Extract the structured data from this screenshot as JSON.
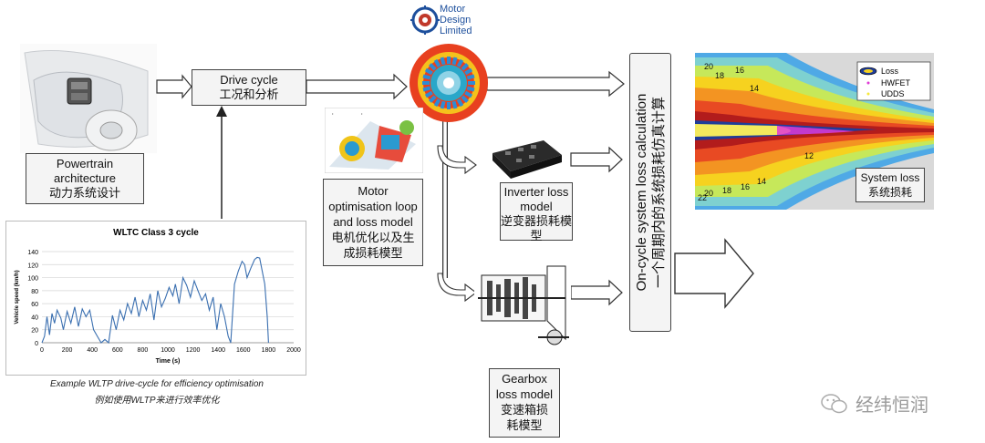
{
  "logo": {
    "line1": "Motor",
    "line2": "Design",
    "line3": "Limited"
  },
  "powertrain": {
    "en1": "Powertrain",
    "en2": "architecture",
    "zh": "动力系统设计"
  },
  "drive_cycle": {
    "en": "Drive cycle",
    "zh": "工况和分析"
  },
  "motor": {
    "en1": "Motor",
    "en2": "optimisation loop",
    "en3": "and loss model",
    "zh1": "电机优化以及生",
    "zh2": "成损耗模型"
  },
  "inverter": {
    "en1": "Inverter loss",
    "en2": "model",
    "zh1": "逆变器损耗模",
    "zh2": "型"
  },
  "gearbox": {
    "en1": "Gearbox",
    "en2": "loss model",
    "zh1": "变速箱损",
    "zh2": "耗模型"
  },
  "on_cycle": {
    "en": "On-cycle system loss calculation",
    "zh": "一个周期内的系统损耗仿真计算"
  },
  "system_loss": {
    "en": "System loss",
    "zh": "系统损耗",
    "legend": [
      "Loss",
      "HWFET",
      "UDDS"
    ],
    "contour_labels": [
      "20",
      "18",
      "16",
      "14",
      "22",
      "20",
      "18",
      "16",
      "14",
      "12"
    ]
  },
  "wltc_caption": {
    "en": "Example WLTP drive-cycle for efficiency optimisation",
    "zh": "例如使用WLTP来进行效率优化"
  },
  "watermark": {
    "text": "经纬恒润"
  },
  "chart_data": {
    "type": "line",
    "title": "WLTC Class 3 cycle",
    "xlabel": "Time (s)",
    "ylabel": "Vehicle speed (km/h)",
    "xlim": [
      0,
      2000
    ],
    "ylim": [
      0,
      140
    ],
    "xticks": [
      0,
      200,
      400,
      600,
      800,
      1000,
      1200,
      1400,
      1600,
      1800,
      2000
    ],
    "yticks": [
      0,
      20,
      40,
      60,
      80,
      100,
      120,
      140
    ],
    "grid": true,
    "x": [
      0,
      20,
      40,
      60,
      80,
      100,
      120,
      150,
      170,
      200,
      230,
      260,
      290,
      320,
      350,
      380,
      410,
      440,
      470,
      500,
      530,
      560,
      590,
      620,
      650,
      680,
      710,
      740,
      770,
      800,
      830,
      860,
      890,
      920,
      950,
      980,
      1010,
      1040,
      1060,
      1090,
      1120,
      1150,
      1180,
      1210,
      1240,
      1270,
      1300,
      1330,
      1360,
      1390,
      1420,
      1450,
      1480,
      1500,
      1530,
      1560,
      1590,
      1610,
      1630,
      1660,
      1690,
      1710,
      1730,
      1750,
      1770,
      1790,
      1800
    ],
    "y": [
      0,
      10,
      40,
      12,
      45,
      30,
      50,
      38,
      20,
      48,
      30,
      55,
      25,
      52,
      40,
      50,
      20,
      10,
      0,
      5,
      0,
      42,
      20,
      50,
      35,
      60,
      45,
      70,
      40,
      65,
      50,
      75,
      35,
      80,
      55,
      68,
      85,
      72,
      90,
      60,
      100,
      88,
      70,
      95,
      80,
      65,
      75,
      50,
      70,
      20,
      60,
      40,
      10,
      0,
      90,
      110,
      125,
      120,
      100,
      115,
      128,
      131,
      130,
      110,
      90,
      40,
      0
    ]
  }
}
